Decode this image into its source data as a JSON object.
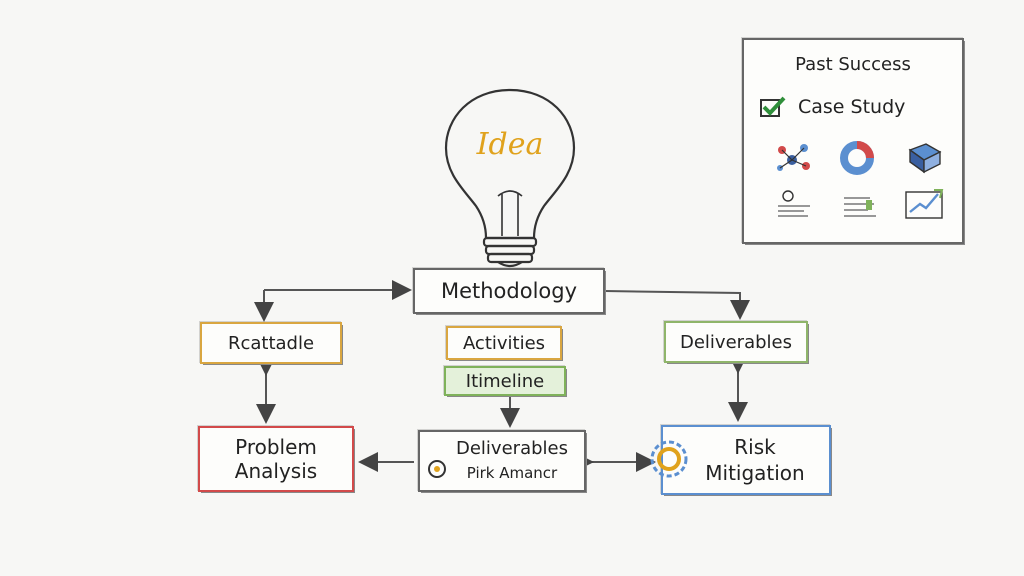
{
  "diagram": {
    "idea_text": "Idea",
    "methodology": "Methodology",
    "left_box": "Rcattadle",
    "activities": "Activities",
    "timeline": "Itimeline",
    "deliverables": "Deliverables",
    "problem_line1": "Problem",
    "problem_line2": "Analysis",
    "center_line1": "Deliverables",
    "center_line2": "Pirk Amancr",
    "risk_line1": "Risk",
    "risk_line2": "Mitigation"
  },
  "side_panel": {
    "title": "Past Success",
    "case_label": "Case Study",
    "icons": [
      "network-icon",
      "donut-chart-icon",
      "cube-icon",
      "document-search-icon",
      "bar-list-icon",
      "line-chart-icon"
    ]
  },
  "colors": {
    "yellow": "#d9a640",
    "green": "#7fb25a",
    "red": "#d24a4a",
    "blue": "#5b8fd0",
    "ink": "#444444"
  }
}
